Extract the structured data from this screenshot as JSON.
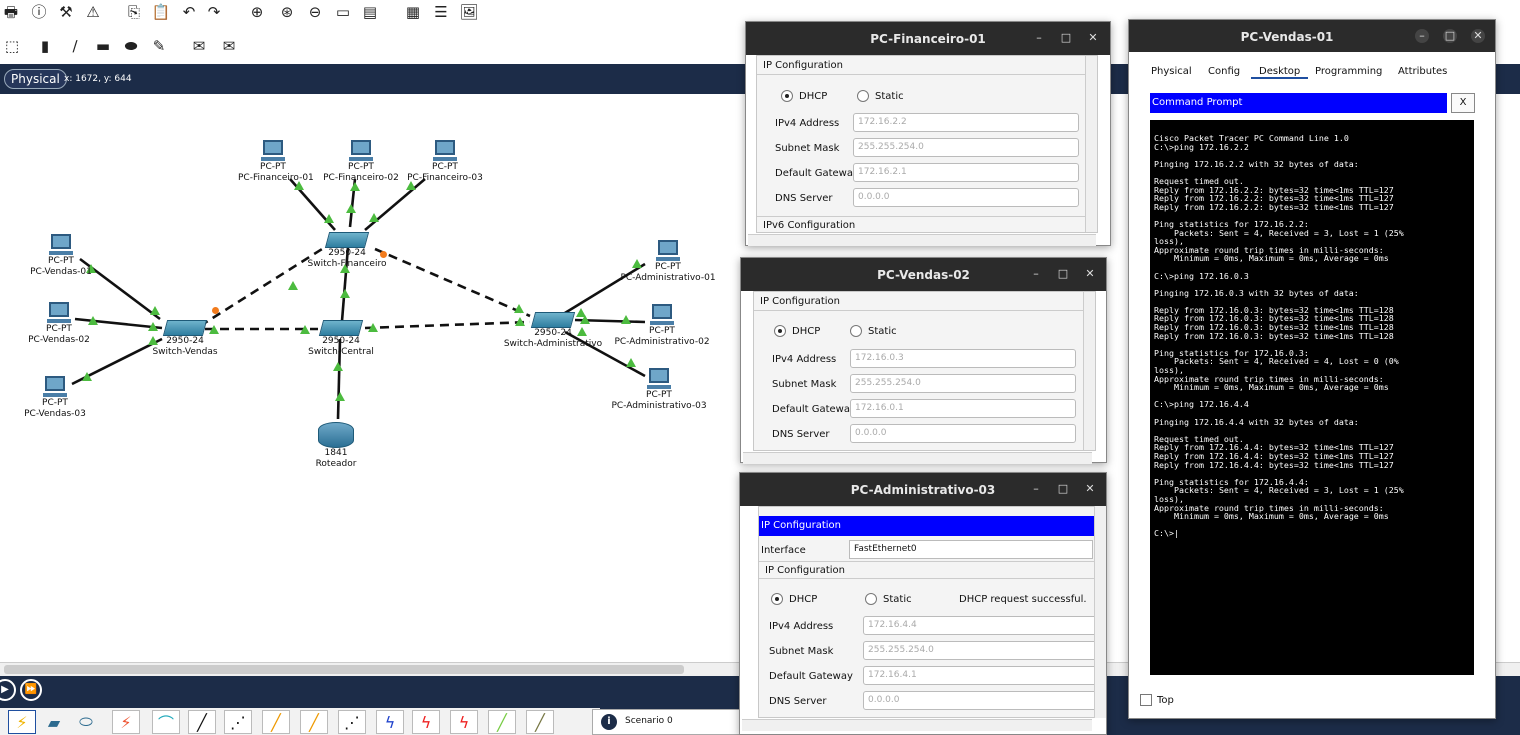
{
  "workspace": {
    "mode_tab": "Physical",
    "coords": "x: 1672, y: 644",
    "scenario": "Scenario 0"
  },
  "devices": {
    "pc_fin_01": {
      "model": "PC-PT",
      "name": "PC-Financeiro-01"
    },
    "pc_fin_02": {
      "model": "PC-PT",
      "name": "PC-Financeiro-02"
    },
    "pc_fin_03": {
      "model": "PC-PT",
      "name": "PC-Financeiro-03"
    },
    "pc_ven_01": {
      "model": "PC-PT",
      "name": "PC-Vendas-01"
    },
    "pc_ven_02": {
      "model": "PC-PT",
      "name": "PC-Vendas-02"
    },
    "pc_ven_03": {
      "model": "PC-PT",
      "name": "PC-Vendas-03"
    },
    "pc_adm_01": {
      "model": "PC-PT",
      "name": "PC-Administrativo-01"
    },
    "pc_adm_02": {
      "model": "PC-PT",
      "name": "PC-Administrativo-02"
    },
    "pc_adm_03": {
      "model": "PC-PT",
      "name": "PC-Administrativo-03"
    },
    "sw_fin": {
      "model": "2950-24",
      "name": "Switch-Financeiro"
    },
    "sw_ven": {
      "model": "2950-24",
      "name": "Switch-Vendas"
    },
    "sw_cen": {
      "model": "2950-24",
      "name": "Switch-Central"
    },
    "sw_adm": {
      "model": "2950-24",
      "name": "Switch-Administrativo"
    },
    "router": {
      "model": "1841",
      "name": "Roteador"
    }
  },
  "win_fin": {
    "title": "PC-Financeiro-01",
    "section": "IP Configuration",
    "dhcp": "DHCP",
    "static": "Static",
    "ipv4_label": "IPv4 Address",
    "ipv4": "172.16.2.2",
    "mask_label": "Subnet Mask",
    "mask": "255.255.254.0",
    "gw_label": "Default Gateway",
    "gw": "172.16.2.1",
    "dns_label": "DNS Server",
    "dns": "0.0.0.0",
    "ipv6_section": "IPv6 Configuration"
  },
  "win_ven": {
    "title": "PC-Vendas-02",
    "section": "IP Configuration",
    "dhcp": "DHCP",
    "static": "Static",
    "ipv4_label": "IPv4 Address",
    "ipv4": "172.16.0.3",
    "mask_label": "Subnet Mask",
    "mask": "255.255.254.0",
    "gw_label": "Default Gateway",
    "gw": "172.16.0.1",
    "dns_label": "DNS Server",
    "dns": "0.0.0.0"
  },
  "win_adm": {
    "title": "PC-Administrativo-03",
    "section_sel": "IP Configuration",
    "iface_label": "Interface",
    "iface": "FastEthernet0",
    "section": "IP Configuration",
    "dhcp": "DHCP",
    "static": "Static",
    "status": "DHCP request successful.",
    "ipv4_label": "IPv4 Address",
    "ipv4": "172.16.4.4",
    "mask_label": "Subnet Mask",
    "mask": "255.255.254.0",
    "gw_label": "Default Gateway",
    "gw": "172.16.4.1",
    "dns_label": "DNS Server",
    "dns": "0.0.0.0"
  },
  "win_cmd": {
    "title": "PC-Vendas-01",
    "tabs": [
      "Physical",
      "Config",
      "Desktop",
      "Programming",
      "Attributes"
    ],
    "cmd_title": "Command Prompt",
    "close": "X",
    "top_label": "Top",
    "output": "Cisco Packet Tracer PC Command Line 1.0\nC:\\>ping 172.16.2.2\n\nPinging 172.16.2.2 with 32 bytes of data:\n\nRequest timed out.\nReply from 172.16.2.2: bytes=32 time<1ms TTL=127\nReply from 172.16.2.2: bytes=32 time<1ms TTL=127\nReply from 172.16.2.2: bytes=32 time<1ms TTL=127\n\nPing statistics for 172.16.2.2:\n    Packets: Sent = 4, Received = 3, Lost = 1 (25%\nloss),\nApproximate round trip times in milli-seconds:\n    Minimum = 0ms, Maximum = 0ms, Average = 0ms\n\nC:\\>ping 172.16.0.3\n\nPinging 172.16.0.3 with 32 bytes of data:\n\nReply from 172.16.0.3: bytes=32 time<1ms TTL=128\nReply from 172.16.0.3: bytes=32 time<1ms TTL=128\nReply from 172.16.0.3: bytes=32 time<1ms TTL=128\nReply from 172.16.0.3: bytes=32 time<1ms TTL=128\n\nPing statistics for 172.16.0.3:\n    Packets: Sent = 4, Received = 4, Lost = 0 (0%\nloss),\nApproximate round trip times in milli-seconds:\n    Minimum = 0ms, Maximum = 0ms, Average = 0ms\n\nC:\\>ping 172.16.4.4\n\nPinging 172.16.4.4 with 32 bytes of data:\n\nRequest timed out.\nReply from 172.16.4.4: bytes=32 time<1ms TTL=127\nReply from 172.16.4.4: bytes=32 time<1ms TTL=127\nReply from 172.16.4.4: bytes=32 time<1ms TTL=127\n\nPing statistics for 172.16.4.4:\n    Packets: Sent = 4, Received = 3, Lost = 1 (25%\nloss),\nApproximate round trip times in milli-seconds:\n    Minimum = 0ms, Maximum = 0ms, Average = 0ms\n\nC:\\>|"
  },
  "colors": {
    "navbar": "#1c2c48",
    "selection": "#0000ff",
    "link_ok": "#4cbb3f",
    "link_down": "#f27b1c"
  }
}
